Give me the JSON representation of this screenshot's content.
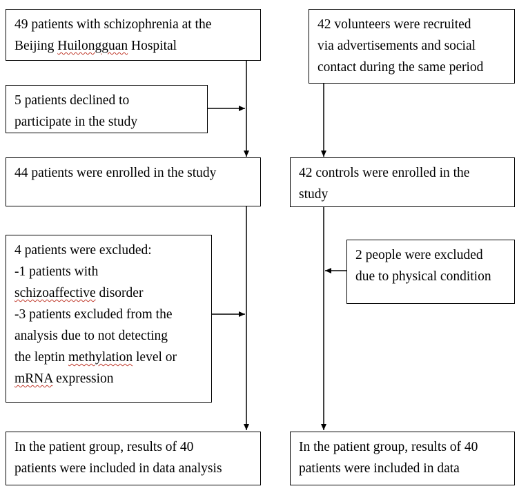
{
  "left": {
    "box1": {
      "lines": [
        "49 patients with schizophrenia at the",
        "Beijing Huilongguan Hospital"
      ]
    },
    "box2": {
      "lines": [
        "5 patients declined to",
        "participate in the study"
      ]
    },
    "box3": {
      "lines": [
        "44 patients were enrolled in the study"
      ]
    },
    "box4": {
      "lines": [
        "4 patients were excluded:",
        "-1 patients with",
        "schizoaffective disorder",
        "-3 patients excluded from the",
        "analysis due to not detecting",
        "the leptin methylation level or",
        "mRNA expression"
      ]
    },
    "box5": {
      "lines": [
        "In the patient group, results of 40",
        "patients were included in data analysis"
      ]
    }
  },
  "right": {
    "box1": {
      "lines": [
        "42 volunteers were recruited",
        "via advertisements and social",
        "contact during the same period"
      ]
    },
    "box2": {
      "lines": [
        "42 controls were enrolled in the",
        "study"
      ]
    },
    "box3": {
      "lines": [
        "2 people were excluded",
        "due to physical condition"
      ]
    },
    "box4": {
      "lines": [
        "In the patient group, results of 40",
        "patients were included in data"
      ]
    }
  }
}
